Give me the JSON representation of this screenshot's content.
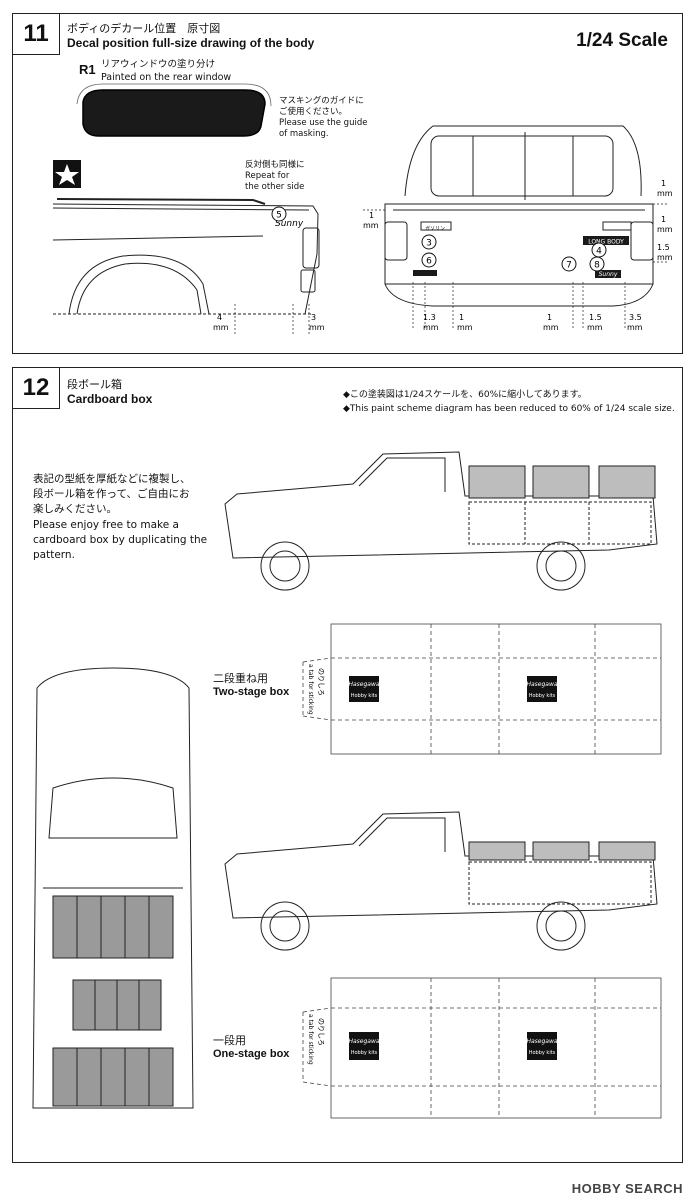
{
  "step11": {
    "number": "11",
    "title_jp": "ボディのデカール位置　原寸図",
    "title_en": "Decal position full-size drawing of the body",
    "scale": "1/24 Scale",
    "r1_code": "R1",
    "r1_jp": "リアウィンドウの塗り分け",
    "r1_en": "Painted on the rear window",
    "masking_jp_1": "マスキングのガイドに",
    "masking_jp_2": "ご使用ください。",
    "masking_en_1": "Please use the guide",
    "masking_en_2": "of masking.",
    "repeat_jp": "反対側も同様に",
    "repeat_en_1": "Repeat for",
    "repeat_en_2": "the other side",
    "decals": [
      "5",
      "3",
      "6",
      "4",
      "7",
      "8"
    ],
    "tailgate_text": "LONG BODY",
    "dims": {
      "d_side_4": "4",
      "d_side_3": "3",
      "d_1a": "1",
      "d_13": "1.3",
      "d_1b": "1",
      "d_1c": "1",
      "d_15a": "1.5",
      "d_35": "3.5",
      "d_1d": "1",
      "d_15b": "1.5",
      "d_1e": "1"
    },
    "unit": "mm"
  },
  "step12": {
    "number": "12",
    "title_jp": "段ボール箱",
    "title_en": "Cardboard box",
    "note_jp": "◆この塗装図は1/24スケールを、60%に縮小してあります。",
    "note_en": "◆This paint scheme diagram has been reduced to 60% of 1/24 scale size.",
    "desc_jp_1": "表記の型紙を厚紙などに複製し、",
    "desc_jp_2": "段ボール箱を作って、ご自由にお",
    "desc_jp_3": "楽しみください。",
    "desc_en_1": "Please enjoy free to make a",
    "desc_en_2": "cardboard box by duplicating the",
    "desc_en_3": "pattern.",
    "two_stage_jp": "二段重ね用",
    "two_stage_en": "Two-stage box",
    "one_stage_jp": "一段用",
    "one_stage_en": "One-stage box",
    "tab_text_jp": "のりしろ",
    "tab_text_en": "a tab for sticking",
    "brand": "Hasegawa",
    "brand_sub": "Hobby kits"
  },
  "watermark": "HOBBY SEARCH"
}
